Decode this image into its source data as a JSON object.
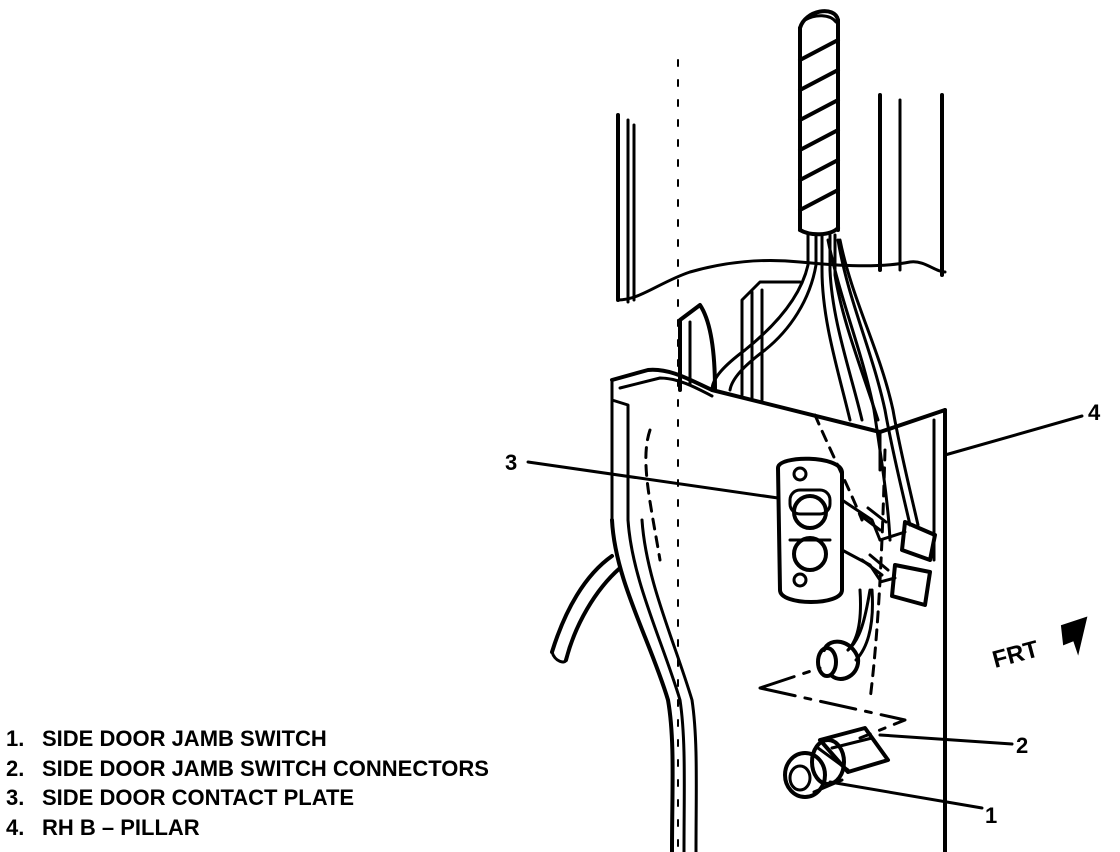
{
  "callouts": {
    "c1": "1",
    "c2": "2",
    "c3": "3",
    "c4": "4"
  },
  "direction_label": "FRT",
  "legend": [
    {
      "num": "1.",
      "text": "SIDE DOOR JAMB SWITCH"
    },
    {
      "num": "2.",
      "text": "SIDE DOOR JAMB SWITCH CONNECTORS"
    },
    {
      "num": "3.",
      "text": "SIDE DOOR CONTACT PLATE"
    },
    {
      "num": "4.",
      "text": "RH B – PILLAR"
    }
  ],
  "ink_color": "#000000",
  "background_color": "#ffffff"
}
